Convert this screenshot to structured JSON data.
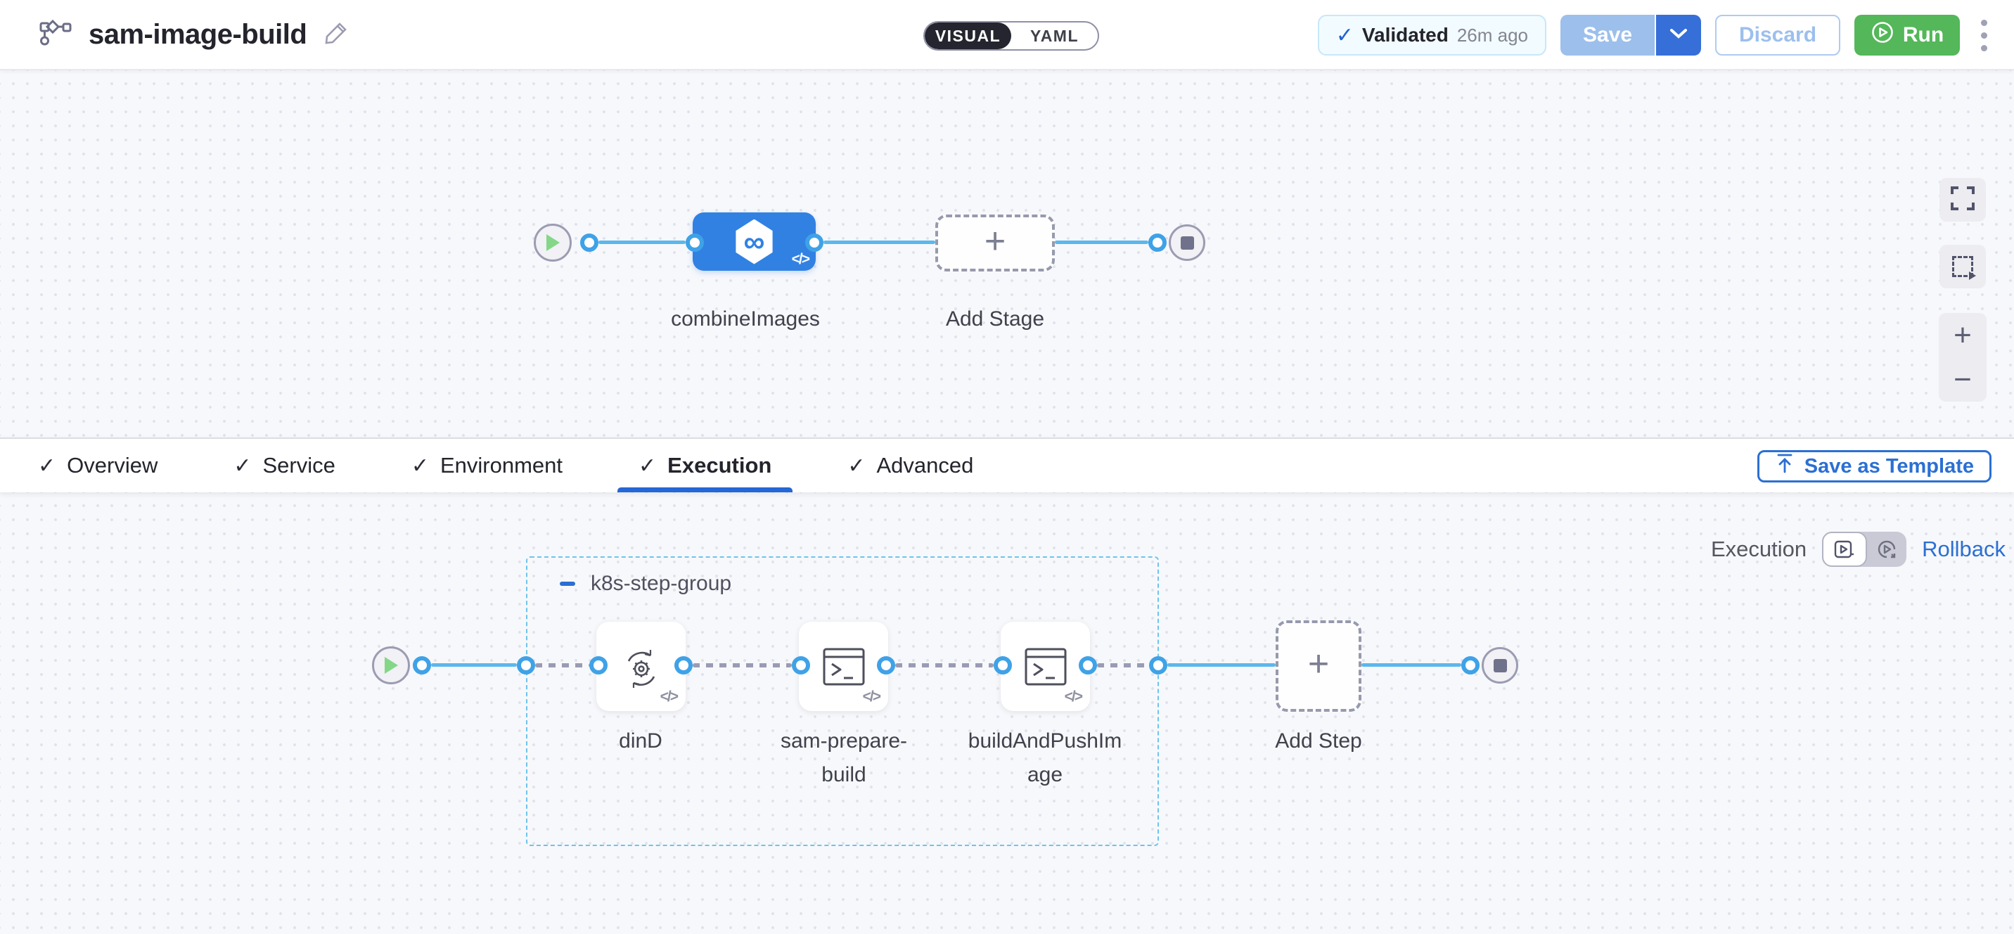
{
  "header": {
    "title": "sam-image-build",
    "mode_toggle": {
      "visual": "VISUAL",
      "yaml": "YAML"
    },
    "validation": {
      "label": "Validated",
      "time": "26m ago"
    },
    "buttons": {
      "save": "Save",
      "discard": "Discard",
      "run": "Run"
    }
  },
  "icons": {
    "check": "✓",
    "plus": "+",
    "infinity": "∞",
    "code": "</>"
  },
  "stage_canvas": {
    "stage_label": "combineImages",
    "add_stage_label": "Add Stage"
  },
  "tabs": {
    "items": [
      {
        "label": "Overview"
      },
      {
        "label": "Service"
      },
      {
        "label": "Environment"
      },
      {
        "label": "Execution"
      },
      {
        "label": "Advanced"
      }
    ],
    "active": "Execution",
    "save_as_template": "Save as Template"
  },
  "execution_canvas": {
    "view_toggle": {
      "left_label": "Execution",
      "right_label": "Rollback"
    },
    "step_group": {
      "name": "k8s-step-group",
      "steps": [
        {
          "line1": "dinD",
          "line2": ""
        },
        {
          "line1": "sam-prepare-",
          "line2": "build"
        },
        {
          "line1": "buildAndPushIm",
          "line2": "age"
        }
      ]
    },
    "add_step_label": "Add Step"
  },
  "colors": {
    "primary_blue": "#2b6fd3",
    "stage_node_blue": "#3181e3",
    "connector_blue": "#5ab8ec",
    "port_blue": "#3fa2e7",
    "run_green": "#54b759",
    "save_disabled_blue": "#9dbfec",
    "group_border_blue": "#6ec4ec",
    "canvas_bg": "#f7f8fb"
  }
}
